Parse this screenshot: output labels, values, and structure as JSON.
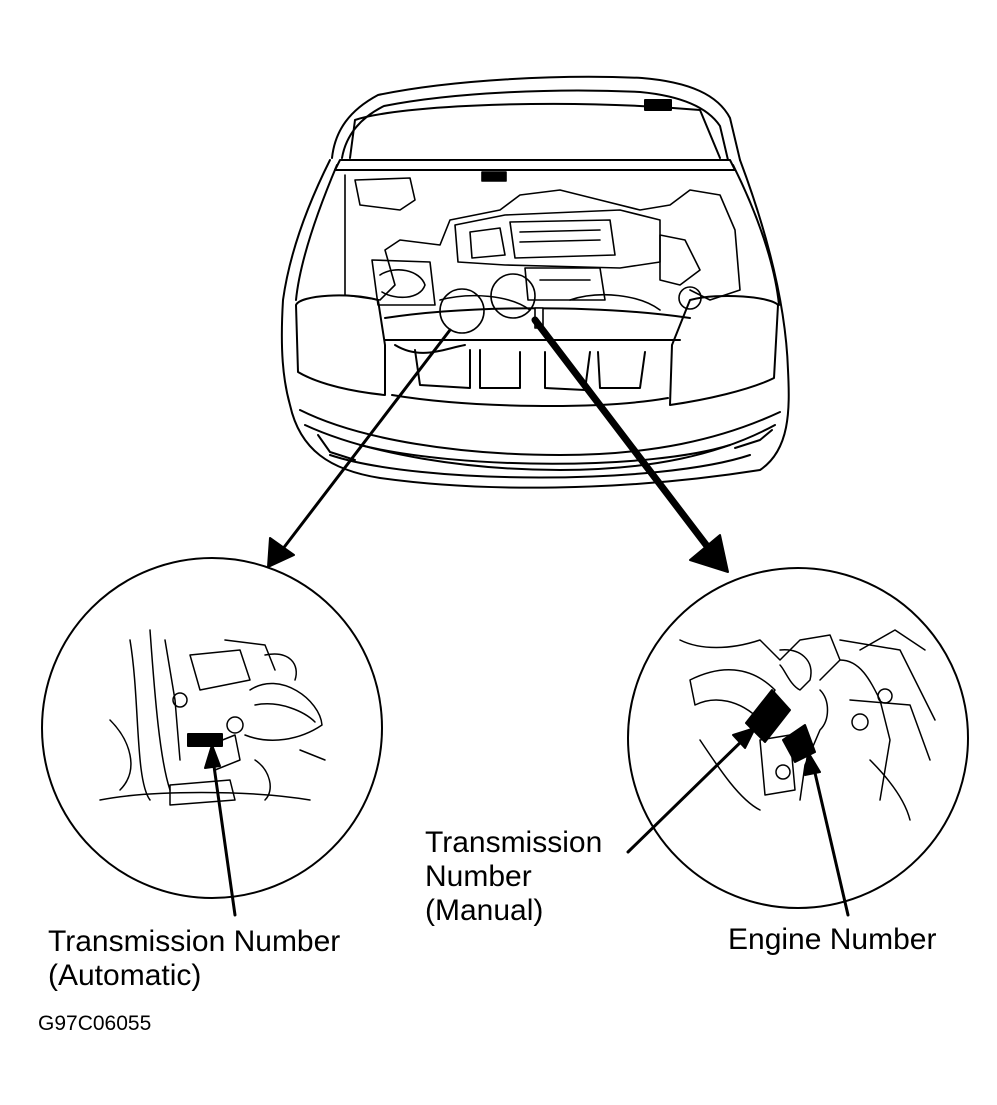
{
  "labels": {
    "transmission_automatic_line1": "Transmission Number",
    "transmission_automatic_line2": "(Automatic)",
    "transmission_manual_line1": "Transmission",
    "transmission_manual_line2": "Number",
    "transmission_manual_line3": "(Manual)",
    "engine_number": "Engine Number"
  },
  "figure_code": "G97C06055",
  "icons": {
    "car": "car-front-engine-bay-icon",
    "detail_left": "automatic-transmission-detail",
    "detail_right": "manual-transmission-engine-detail"
  },
  "colors": {
    "ink": "#000000",
    "paper": "#ffffff"
  }
}
